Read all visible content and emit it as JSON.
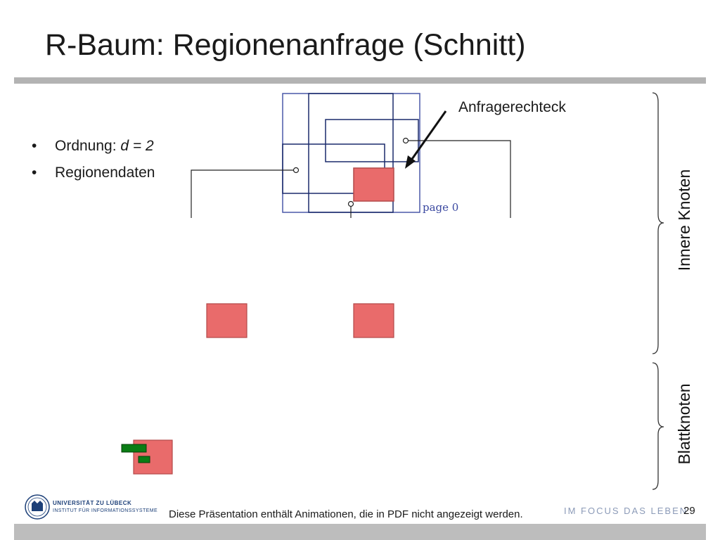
{
  "slide": {
    "title": "R-Baum: Regionenanfrage (Schnitt)",
    "bullets": [
      {
        "text": "Ordnung: ",
        "italic": "d = 2"
      },
      {
        "text": "Regionendaten",
        "italic": ""
      }
    ],
    "bullet_glyph": "•",
    "query_label": "Anfragerechteck",
    "page_label": "page 0",
    "side_labels": {
      "inner": "Innere Knoten",
      "leaf": "Blattknoten"
    },
    "footer": {
      "note": "Diese Präsentation enthält Animationen, die in PDF nicht angezeigt werden.",
      "page_number": "29",
      "university_line1": "UNIVERSITÄT ZU LÜBECK",
      "university_line2": "INSTITUT FÜR INFORMATIONSSYSTEME",
      "slogan": "IM FOCUS DAS LEBEN"
    },
    "colors": {
      "region_fill": "#e96b6b",
      "region_stroke": "#b34a4a",
      "data_green": "#0a7d14",
      "page_border": "#4a58a8",
      "node_border": "#1a2a6b",
      "rule_gray": "#b3b3b3"
    }
  }
}
